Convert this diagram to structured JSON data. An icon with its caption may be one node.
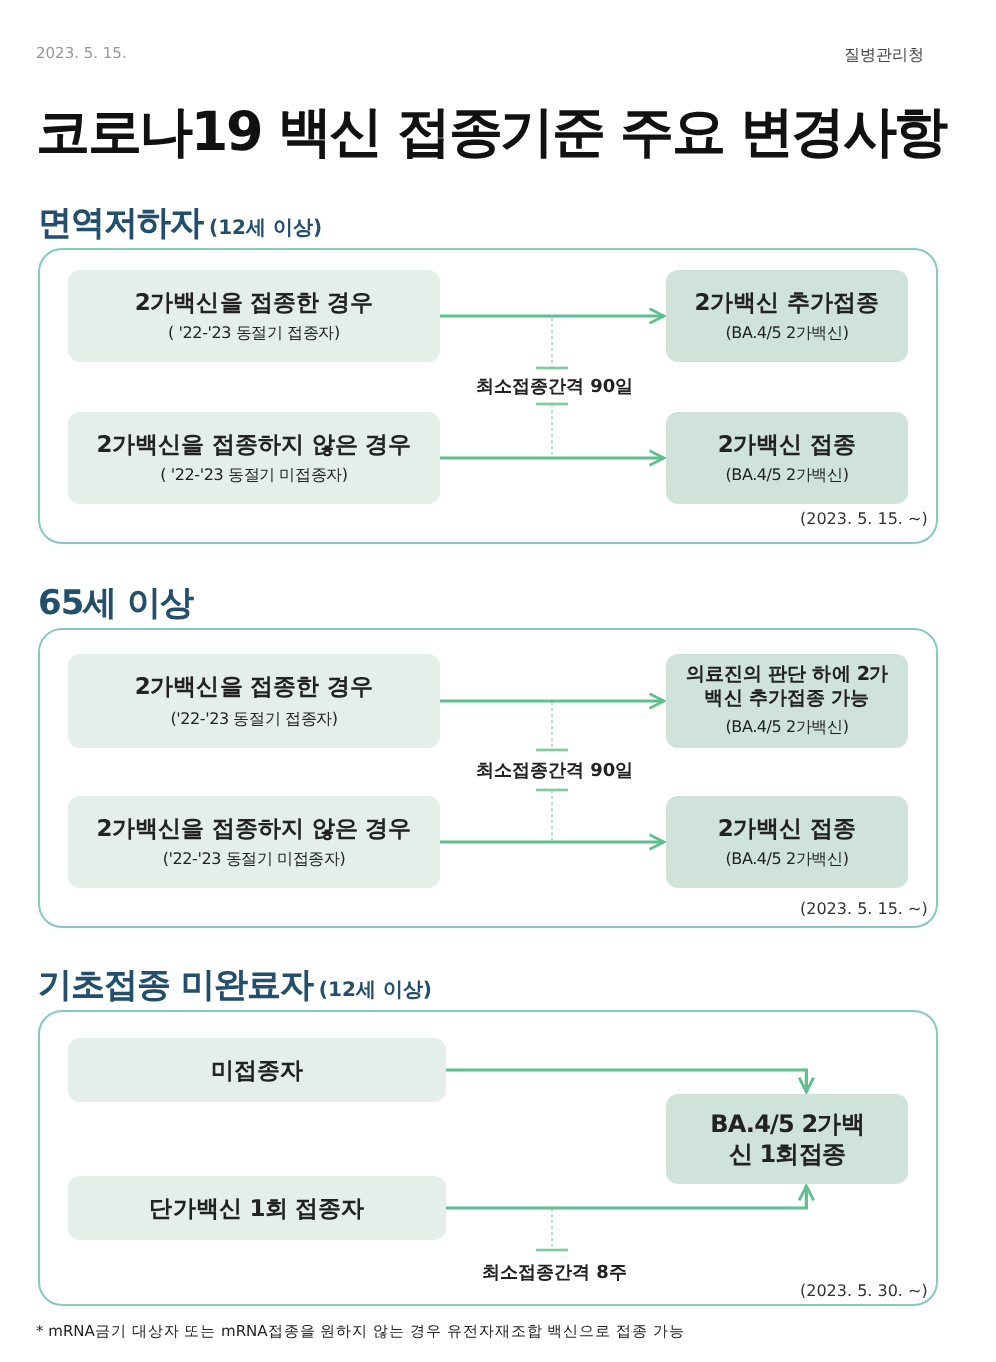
{
  "diagram": {
    "title": "코로나19 백신 접종기준 주요 변경사항",
    "nodes": [
      {
        "text": [
          "면역저하자",
          "(12세 이상)"
        ]
      },
      {
        "text": [
          "2가백신을 접종한 경우",
          "( '22-'23 동절기 접종자)"
        ],
        "in": 0
      },
      {
        "text": [
          "2가백신 추가접종",
          "(BA.4/5 2가백신)"
        ],
        "in": 0
      },
      {
        "text": [
          "2가백신을 접종하지 않은 경우",
          "( '22-'23 동절기 미접종자)"
        ],
        "in": 0
      },
      {
        "text": [
          "2가백신 접종",
          "(BA.4/5 2가백신)"
        ],
        "in": 0
      },
      {
        "text": [
          "65세 이상"
        ]
      },
      {
        "text": [
          "2가백신을 접종한 경우",
          "('22-'23 동절기 접종자)"
        ],
        "in": 5
      },
      {
        "text": [
          "의료진의 판단 하에 2가백신 추가접종 가능",
          "(BA.4/5 2가백신)"
        ],
        "in": 5
      },
      {
        "text": [
          "2가백신을 접종하지 않은 경우",
          "('22-'23 동절기 미접종자)"
        ],
        "in": 5
      },
      {
        "text": [
          "2가백신 접종",
          "(BA.4/5 2가백신)"
        ],
        "in": 5
      },
      {
        "text": [
          "기초접종 미완료자",
          "(12세 이상)"
        ]
      },
      {
        "text": [
          "미접종자"
        ],
        "in": 10
      },
      {
        "text": [
          "단가백신 1회 접종자"
        ],
        "in": 10
      },
      {
        "text": [
          "BA.4/5 2가백신 1회접종"
        ],
        "in": 10
      }
    ],
    "edges": [
      {
        "from": 1,
        "to": 2,
        "arrow": "to"
      },
      {
        "from": 3,
        "to": 4,
        "arrow": "to"
      },
      {
        "from": 6,
        "to": 7,
        "arrow": "to"
      },
      {
        "from": 8,
        "to": 9,
        "arrow": "to"
      },
      {
        "from": 11,
        "to": 13,
        "arrow": "to"
      },
      {
        "from": 12,
        "to": 13,
        "arrow": "to"
      }
    ],
    "labels": [
      "2023. 5. 15.",
      "질병관리청",
      "최소접종간격 90일",
      "(2023. 5. 15. ~)",
      "최소접종간격 90일",
      "(2023. 5. 15. ~)",
      "최소접종간격 8주",
      "(2023. 5. 30. ~)",
      "* mRNA금기 대상자 또는 mRNA접종을 원하지 않는 경우 유전자재조합 백신으로 접종 가능"
    ]
  }
}
